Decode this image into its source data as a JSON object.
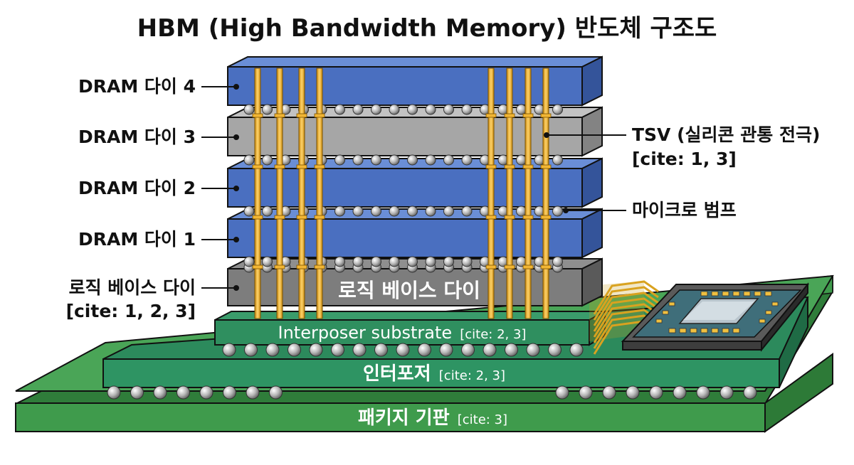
{
  "title": "HBM (High Bandwidth Memory) 반도체 구조도",
  "labels": {
    "dram4": "DRAM 다이 4",
    "dram3": "DRAM 다이 3",
    "dram2": "DRAM 다이 2",
    "dram1": "DRAM 다이 1",
    "logic_base_left": "로직 베이스 다이",
    "logic_base_left_cite": "[cite: 1, 2, 3]",
    "tsv": "TSV (실리콘 관통 전극)",
    "tsv_cite": "[cite: 1, 3]",
    "microbump": "마이크로 범프"
  },
  "layers": {
    "logic_base_inside": "로직 베이스 다이",
    "interposer_en": "Interposer substrate",
    "interposer_en_cite": "[cite: 2, 3]",
    "interposer_ko": "인터포저",
    "interposer_ko_cite": "[cite: 2, 3]",
    "package": "패키지 기판",
    "package_cite": "[cite: 3]"
  },
  "colors": {
    "dram_blue": "#4a6fc0",
    "dram_gray": "#a6a6a6",
    "logic_gray": "#7d7d7d",
    "tsv_gold": "#f2b634",
    "interposer_green": "#2e8b57",
    "package_green": "#3a9a4a"
  }
}
